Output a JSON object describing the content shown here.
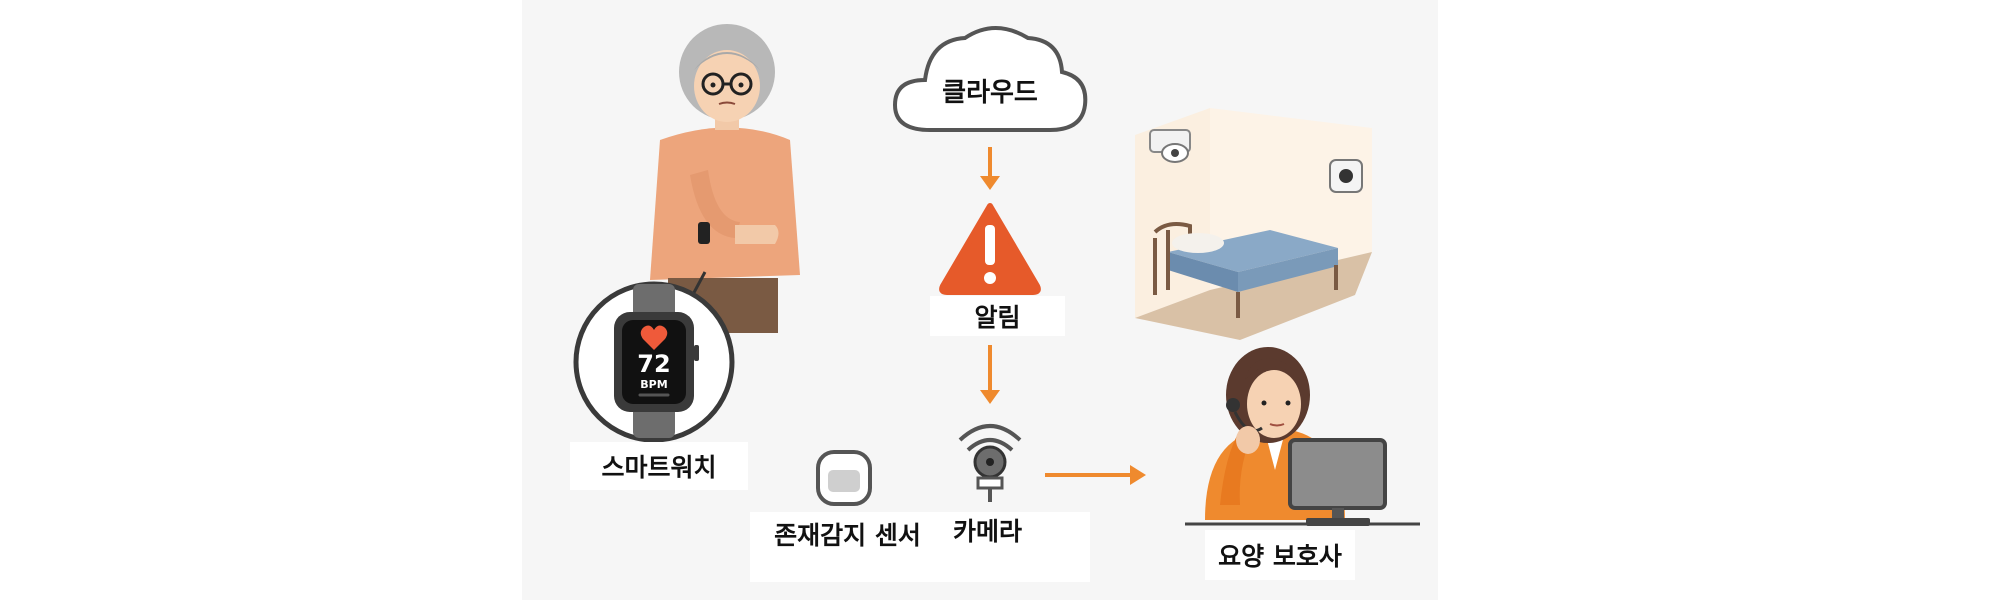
{
  "labels": {
    "cloud": "클라우드",
    "alert": "알림",
    "smartwatch": "스마트워치",
    "presence_sensor": "존재감지 센서",
    "camera": "카메라",
    "caregiver": "요양 보호사"
  },
  "watch": {
    "value": "72",
    "unit": "BPM"
  },
  "colors": {
    "arrow": "#ef8a2e",
    "alert": "#e65a2a",
    "sweater": "#eda57c",
    "panel": "#f6f6f6"
  }
}
